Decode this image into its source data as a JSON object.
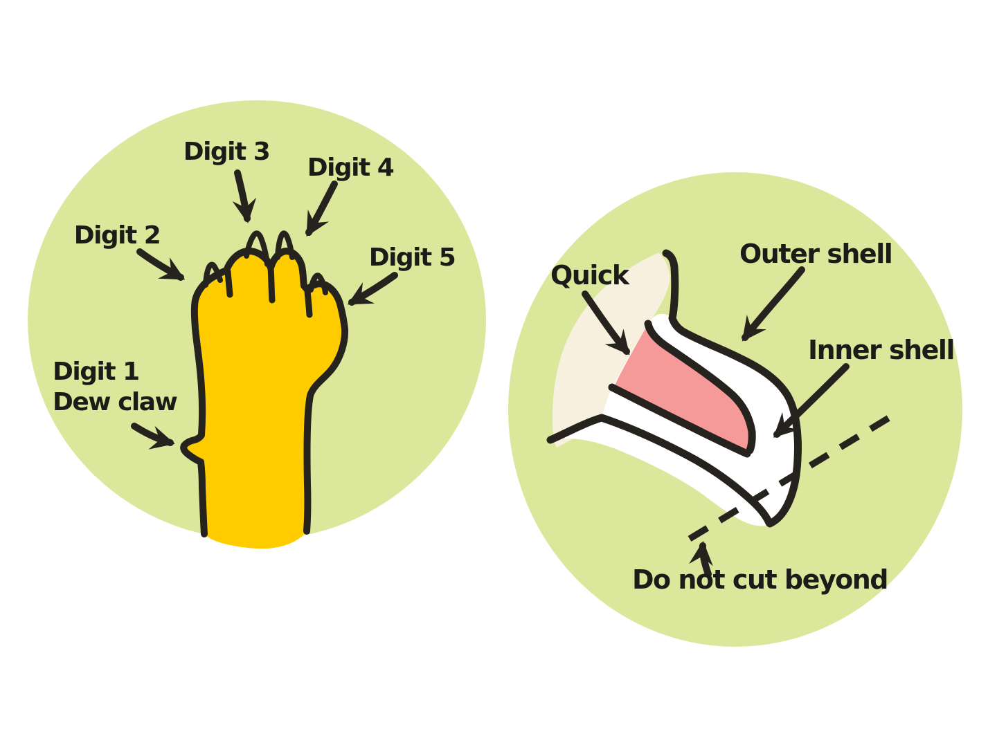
{
  "illustration": {
    "left_panel": {
      "description": "dog paw digit anatomy diagram",
      "labels": {
        "digit3": "Digit 3",
        "digit4": "Digit 4",
        "digit2": "Digit 2",
        "digit5": "Digit 5",
        "digit1": "Digit 1",
        "dew_claw": "Dew claw"
      }
    },
    "right_panel": {
      "description": "dog nail cross-section trimming diagram",
      "labels": {
        "quick": "Quick",
        "outer_shell": "Outer shell",
        "inner_shell": "Inner shell",
        "do_not_cut": "Do not cut beyond"
      }
    },
    "colors": {
      "background": "#ffffff",
      "circle_green": "#dbe89c",
      "paw_yellow": "#ffcc00",
      "quick_cream": "#f7f0df",
      "quick_pink": "#f59a99",
      "outline_black": "#26231f",
      "text_black": "#1d1b18"
    }
  }
}
